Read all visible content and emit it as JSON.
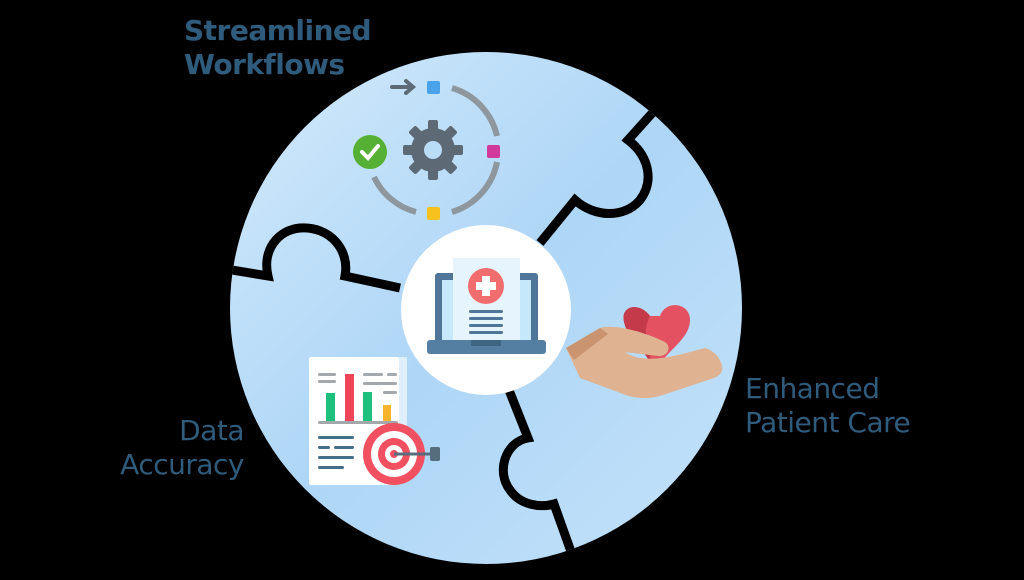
{
  "diagram": {
    "type": "puzzle-circle",
    "center": {
      "name": "Healthcare system laptop",
      "icon": "laptop-medical-record-icon"
    },
    "pieces": [
      {
        "id": "top",
        "label_lines": [
          "Streamlined",
          "Workflows"
        ],
        "icon": "gear-workflow-cycle-icon"
      },
      {
        "id": "left",
        "label_lines": [
          "Data",
          "Accuracy"
        ],
        "icon": "chart-report-target-icon"
      },
      {
        "id": "right",
        "label_lines": [
          "Enhanced",
          "Patient Care"
        ],
        "icon": "hand-holding-heart-icon"
      }
    ]
  },
  "colors": {
    "background": "#000000",
    "circle_light": "#cde6fb",
    "circle_mid": "#a8d3f5",
    "label_text": "#2f5b7c",
    "divider": "#000000",
    "gear": "#5d6a75",
    "check_green": "#55b033",
    "heart": "#e45262",
    "hand": "#dfb291",
    "target_red": "#f0505f",
    "bar_green": "#1ec07d",
    "bar_red": "#f04657",
    "bar_yellow": "#f8b42c",
    "laptop": "#4f7698",
    "cross_red": "#f26d6d"
  }
}
